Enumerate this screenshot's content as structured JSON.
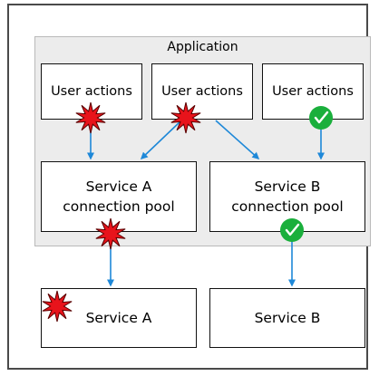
{
  "application": {
    "label": "Application"
  },
  "user_actions": [
    {
      "label": "User actions"
    },
    {
      "label": "User actions"
    },
    {
      "label": "User actions"
    }
  ],
  "pools": [
    {
      "label": "Service A connection pool"
    },
    {
      "label": "Service B connection pool"
    }
  ],
  "services": [
    {
      "label": "Service A"
    },
    {
      "label": "Service B"
    }
  ],
  "colors": {
    "arrow": "#1e88d8",
    "failure": "#e8131b",
    "success": "#1aaf3c",
    "app_background": "#ececec"
  },
  "icons": {
    "failure": "red-star-burst-icon",
    "success": "green-checkmark-icon"
  }
}
